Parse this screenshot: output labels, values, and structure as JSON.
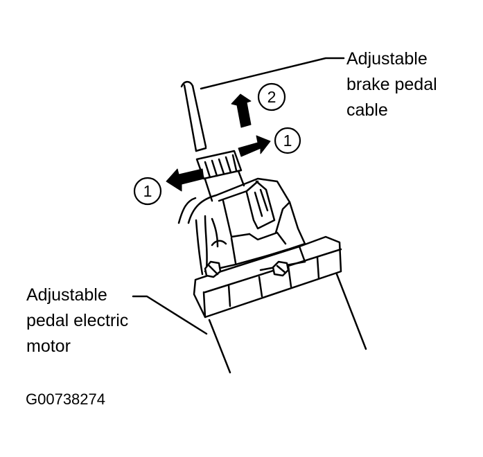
{
  "labels": {
    "cable": [
      "Adjustable",
      "brake pedal",
      "cable"
    ],
    "motor": [
      "Adjustable",
      "pedal electric",
      "motor"
    ]
  },
  "callouts": {
    "up": "2",
    "right": "1",
    "left": "1"
  },
  "figure_id": "G00738274",
  "colors": {
    "ink": "#000000",
    "paper": "#ffffff"
  }
}
